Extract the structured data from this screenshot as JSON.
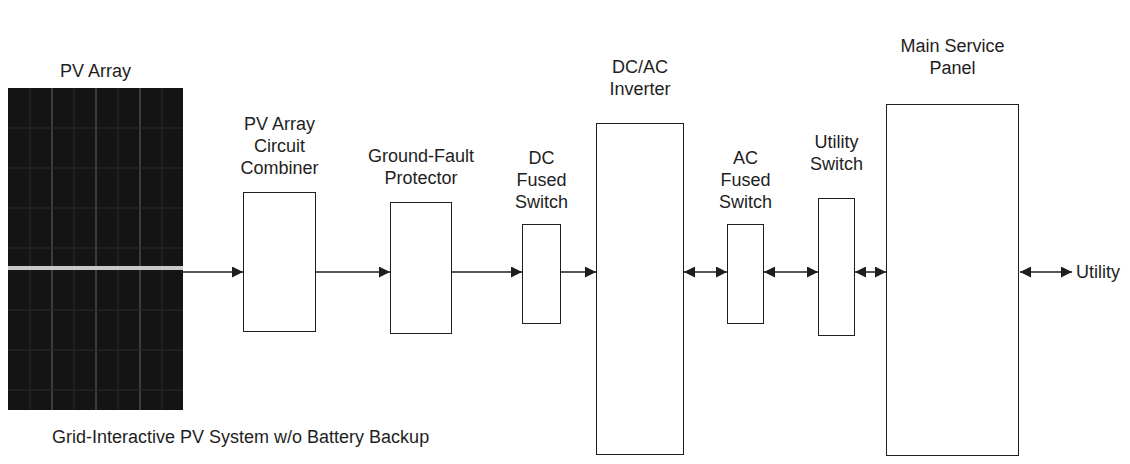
{
  "diagram": {
    "caption": "Grid-Interactive PV System w/o Battery Backup",
    "nodes": [
      {
        "text": [
          "PV Array"
        ]
      },
      {
        "text": [
          "PV Array Circuit Combiner"
        ]
      },
      {
        "text": [
          "Ground-Fault Protector"
        ]
      },
      {
        "text": [
          "DC Fused Switch"
        ]
      },
      {
        "text": [
          "DC/AC Inverter"
        ]
      },
      {
        "text": [
          "AC Fused Switch"
        ]
      },
      {
        "text": [
          "Utility Switch"
        ]
      },
      {
        "text": [
          "Main Service Panel"
        ]
      }
    ],
    "edges": [
      {
        "from": 0,
        "to": 1,
        "arrow": "to"
      },
      {
        "from": 1,
        "to": 2,
        "arrow": "to"
      },
      {
        "from": 2,
        "to": 3,
        "arrow": "to"
      },
      {
        "from": 3,
        "to": 4,
        "arrow": "to"
      },
      {
        "from": 4,
        "to": 5,
        "arrow": "both"
      },
      {
        "from": 5,
        "to": 6,
        "arrow": "both"
      },
      {
        "from": 6,
        "to": 7,
        "arrow": "both"
      }
    ],
    "labels": [
      "Utility"
    ]
  }
}
